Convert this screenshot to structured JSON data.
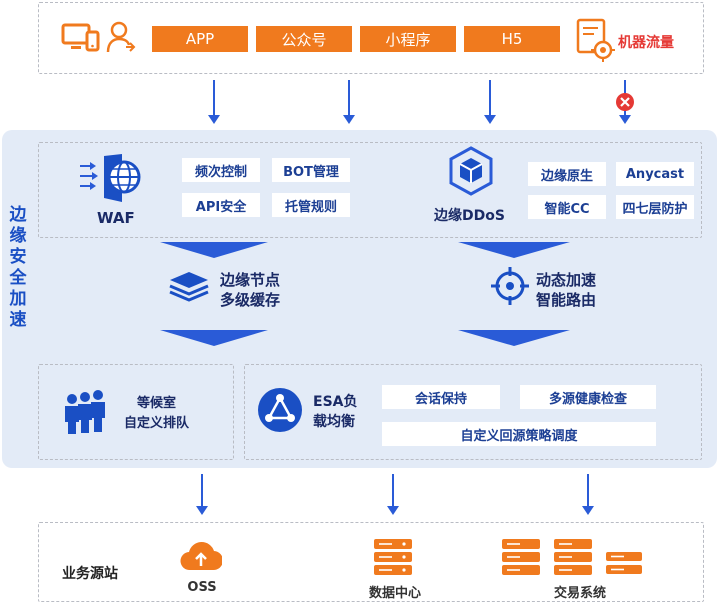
{
  "top": {
    "buttons": [
      "APP",
      "公众号",
      "小程序",
      "H5"
    ],
    "bot_label": "机器流量"
  },
  "side_title": [
    "边",
    "缘",
    "安",
    "全",
    "加",
    "速"
  ],
  "waf": {
    "label": "WAF",
    "tags": [
      "频次控制",
      "BOT管理",
      "API安全",
      "托管规则"
    ]
  },
  "ddos": {
    "label": "边缘DDoS",
    "tags": [
      "边缘原生",
      "Anycast",
      "智能CC",
      "四七层防护"
    ]
  },
  "cache": {
    "line1": "边缘节点",
    "line2": "多级缓存"
  },
  "routing": {
    "line1": "动态加速",
    "line2": "智能路由"
  },
  "waiting": {
    "line1": "等候室",
    "line2": "自定义排队"
  },
  "esa": {
    "line1": "ESA负",
    "line2": "载均衡",
    "tags": [
      "会话保持",
      "多源健康检查",
      "自定义回源策略调度"
    ]
  },
  "origin": {
    "title": "业务源站",
    "items": [
      "OSS",
      "数据中心",
      "交易系统"
    ]
  },
  "colors": {
    "orange": "#f07a1e",
    "blue": "#2a5bd7",
    "navy": "#1a2a66",
    "panel": "#e3ebf7",
    "red": "#e53935"
  }
}
